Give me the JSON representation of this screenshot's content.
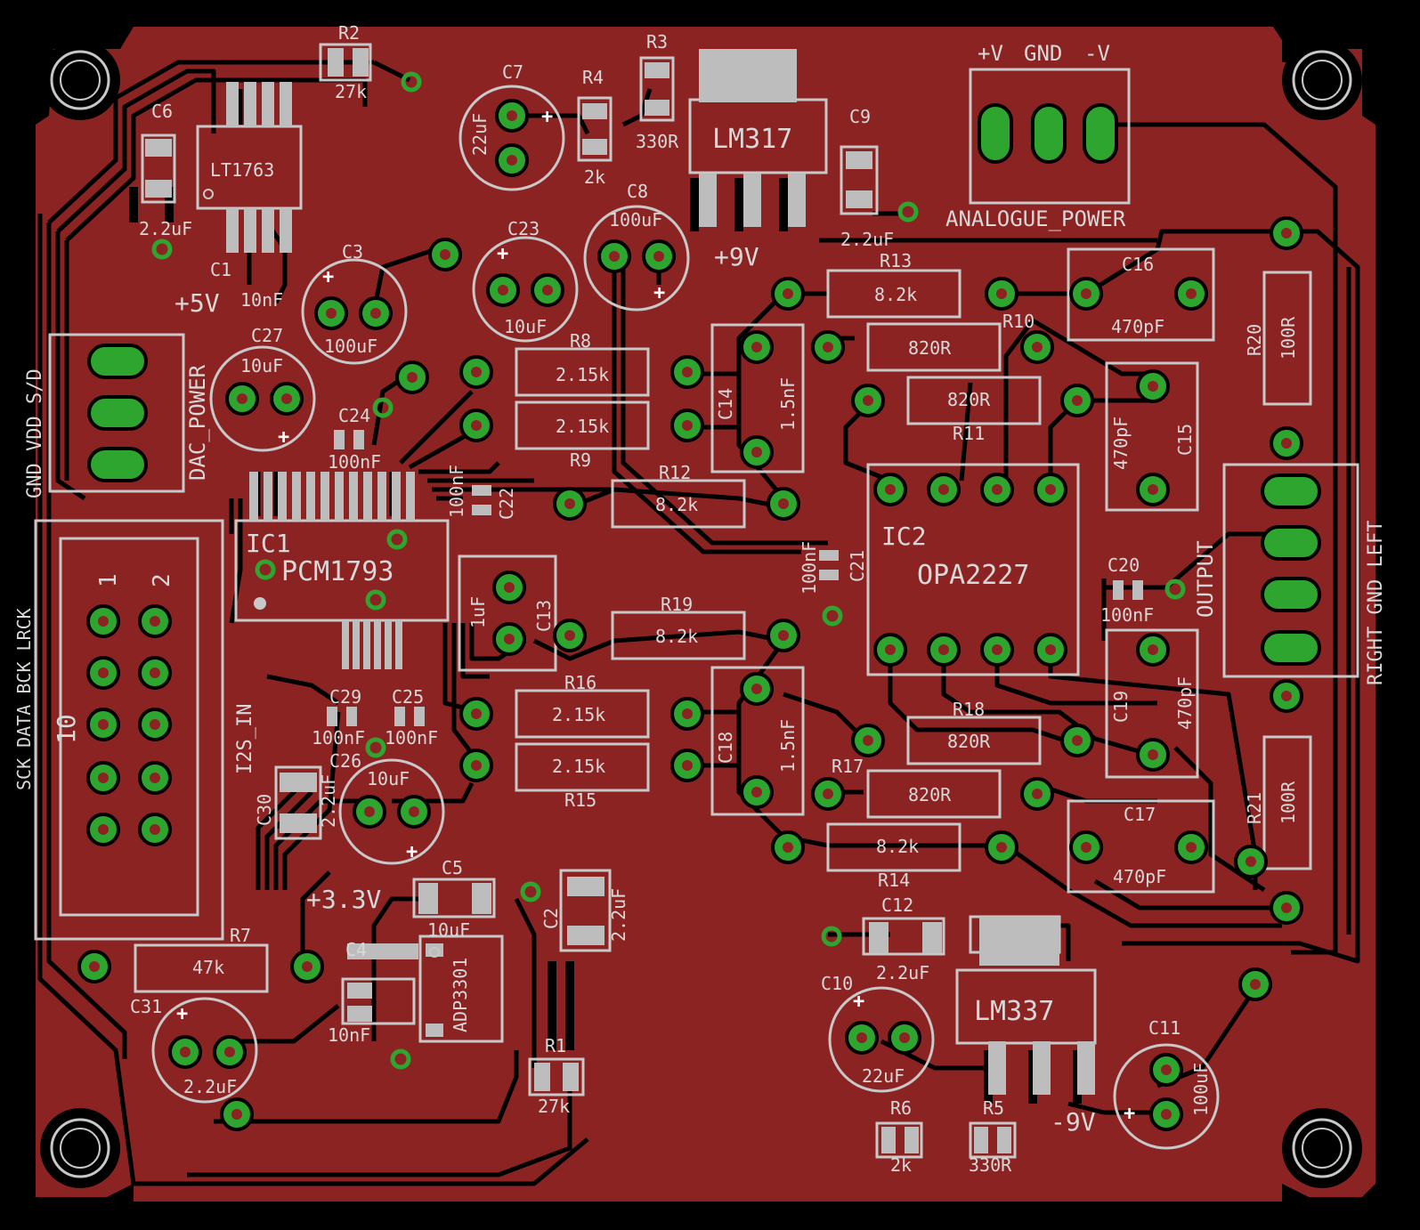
{
  "colors": {
    "background": "#000000",
    "copper": "#8b2323",
    "trace": "#000000",
    "pad_ring": "#2ea52e",
    "pad_outline": "#000000",
    "silkscreen": "#c8c8c8",
    "label": "#d8d8d8"
  },
  "mounting_holes": 4,
  "labels": {
    "R2": "R2",
    "R2_val": "27k",
    "C6": "C6",
    "LT1763": "LT1763",
    "C6_val": "2.2uF",
    "C1": "C1",
    "C1_val": "10nF",
    "plus5v": "+5V",
    "C7": "C7",
    "C7_val": "22uF",
    "R4": "R4",
    "R4_val": "2k",
    "R3": "R3",
    "R3_val": "330R",
    "LM317": "LM317",
    "C9": "C9",
    "C9_val": "2.2uF",
    "plusv": "+V",
    "gnd": "GND",
    "minusv": "-V",
    "analogue_power": "ANALOGUE_POWER",
    "C8": "C8",
    "C8_val": "100uF",
    "plus9v": "+9V",
    "C23": "C23",
    "C23_val": "10uF",
    "C3": "C3",
    "C3_val": "100uF",
    "C27": "C27",
    "C27_val": "10uF",
    "C24": "C24",
    "C24_val": "100nF",
    "dac_hdr": "GND VDD S/D",
    "dac_power": "DAC_POWER",
    "R8": "R8",
    "R8_val": "2.15k",
    "R9": "R9",
    "R9_val": "2.15k",
    "C22": "C22",
    "C22_val": "100nF",
    "R12": "R12",
    "R12_val": "8.2k",
    "R13": "R13",
    "R13_val": "8.2k",
    "R10": "R10",
    "R10_val": "820R",
    "R11": "R11",
    "R11_val": "820R",
    "C14": "C14",
    "C14_val": "1.5nF",
    "C16": "C16",
    "C16_val": "470pF",
    "C15": "C15",
    "C15_val": "470pF",
    "R20": "R20",
    "R20_val": "100R",
    "IC1": "IC1",
    "PCM1793": "PCM1793",
    "IC2": "IC2",
    "OPA2227": "OPA2227",
    "C21": "C21",
    "C21_val": "100nF",
    "C20": "C20",
    "C20_val": "100nF",
    "output": "OUTPUT",
    "out_hdr": "RIGHT GND LEFT",
    "C13": "C13",
    "C13_val": "1uF",
    "R19": "R19",
    "R19_val": "8.2k",
    "i2s_hdr": "SCK DATA BCK LRCK",
    "i2s_in": "I2S_IN",
    "pin1": "1",
    "pin2": "2",
    "pin10": "10",
    "C29": "C29",
    "C29_val": "100nF",
    "C25": "C25",
    "C25_val": "100nF",
    "C26": "C26",
    "C26_val": "10uF",
    "C30": "C30",
    "C30_val": "2.2uF",
    "R16": "R16",
    "R16_val": "2.15k",
    "R15": "R15",
    "R15_val": "2.15k",
    "C18": "C18",
    "C18_val": "1.5nF",
    "R18": "R18",
    "R18_val": "820R",
    "R17": "R17",
    "R17_val": "820R",
    "R14": "R14",
    "R14_val": "8.2k",
    "C19": "C19",
    "C19_val": "470pF",
    "C17": "C17",
    "C17_val": "470pF",
    "R21": "R21",
    "R21_val": "100R",
    "C5": "C5",
    "C5_val": "10uF",
    "plus3v3": "+3.3V",
    "C2": "C2",
    "C2_val": "2.2uF",
    "C4": "C4",
    "C4_val": "10nF",
    "ADP3301": "ADP3301",
    "R7": "R7",
    "R7_val": "47k",
    "C31": "C31",
    "C31_val": "2.2uF",
    "R1": "R1",
    "R1_val": "27k",
    "C12": "C12",
    "C12_val": "2.2uF",
    "C10": "C10",
    "C10_val": "22uF",
    "LM337": "LM337",
    "C11": "C11",
    "C11_val": "100uF",
    "R6": "R6",
    "R6_val": "2k",
    "R5": "R5",
    "R5_val": "330R",
    "minus9v": "-9V"
  }
}
